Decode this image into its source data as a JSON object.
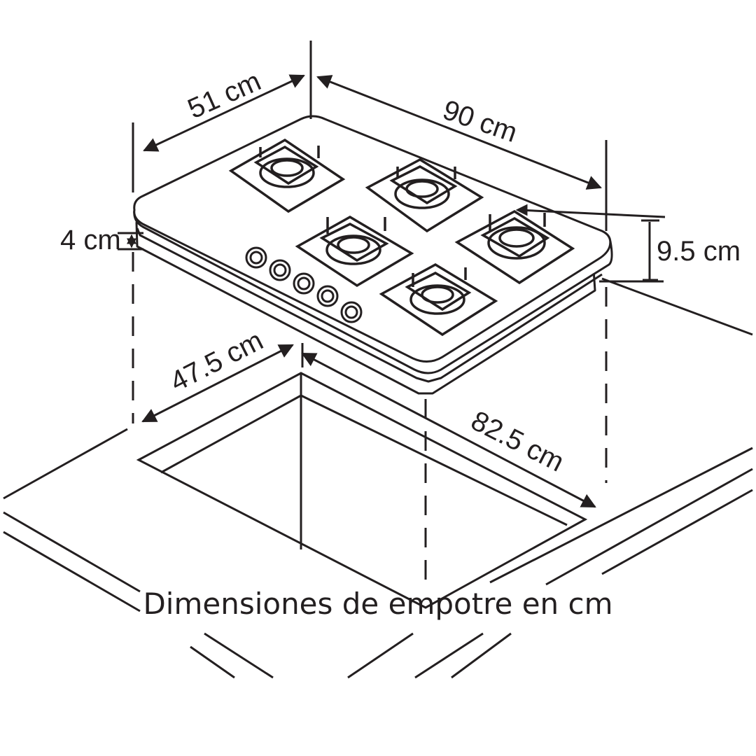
{
  "diagram": {
    "caption": "Dimensiones de empotre en cm",
    "labels": {
      "depth": "51 cm",
      "width": "90 cm",
      "thickness": "4 cm",
      "height": "9.5 cm",
      "cutout_depth": "47.5 cm",
      "cutout_width": "82.5 cm"
    },
    "burner_count": 5,
    "knob_count": 5
  }
}
